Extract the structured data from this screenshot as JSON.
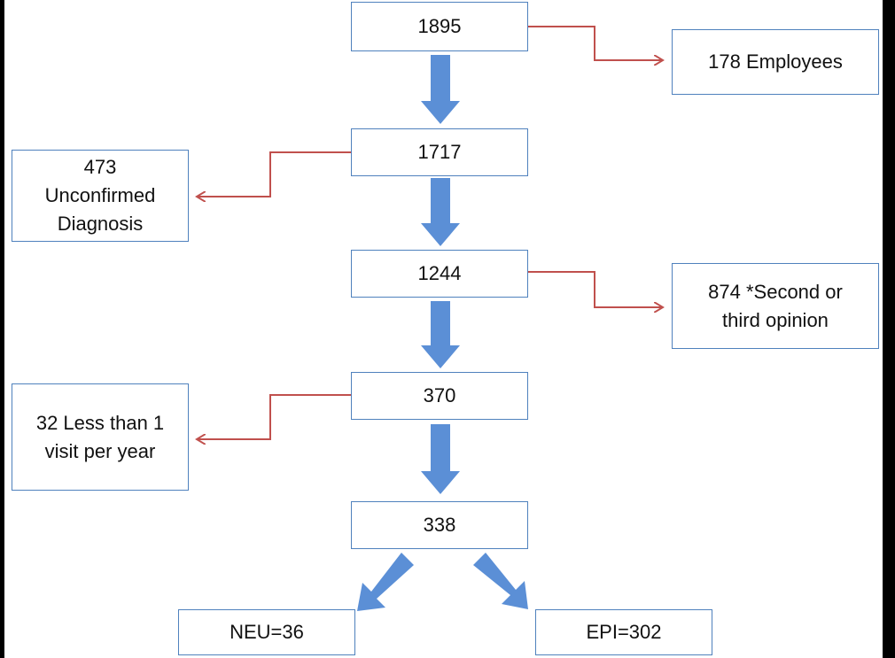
{
  "flowchart": {
    "main_steps": [
      "1895",
      "1717",
      "1244",
      "370",
      "338"
    ],
    "exclusions": [
      "178 Employees",
      "473\nUnconfirmed\nDiagnosis",
      "874 *Second or\nthird opinion",
      "32 Less than 1\nvisit per year"
    ],
    "outcomes": [
      "NEU=36",
      "EPI=302"
    ]
  },
  "colors": {
    "box_border": "#4f81bd",
    "flow_arrow": "#5b8fd6",
    "exclusion_arrow": "#c0504d"
  }
}
